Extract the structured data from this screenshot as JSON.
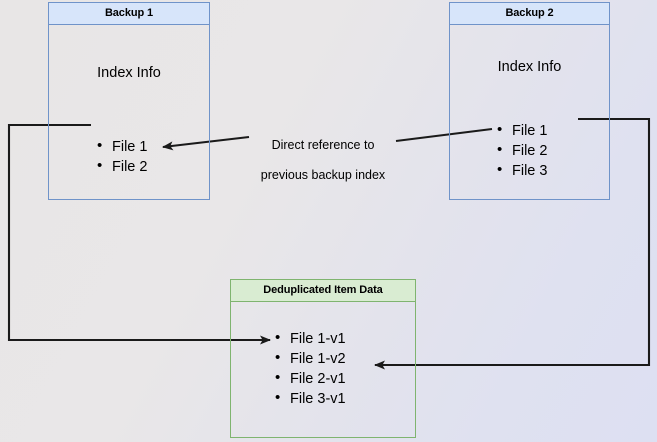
{
  "diagram": {
    "title": "Backup deduplication index reference diagram",
    "background_colors": {
      "gradient_start": "#e8e6e6",
      "gradient_end": "#dde0f2"
    },
    "palette": {
      "blue_border": "#6f93c9",
      "blue_header_fill": "#d7e5fa",
      "green_border": "#7fb46f",
      "green_header_fill": "#d9ecd2",
      "connector": "#1a1a1a"
    }
  },
  "nodes": {
    "backup1": {
      "header": "Backup 1",
      "section_label": "Index Info",
      "items": [
        "File 1",
        "File 2"
      ]
    },
    "backup2": {
      "header": "Backup 2",
      "section_label": "Index Info",
      "items": [
        "File 1",
        "File 2",
        "File 3"
      ]
    },
    "dedup": {
      "header": "Deduplicated Item Data",
      "items": [
        "File 1-v1",
        "File 1-v2",
        "File 2-v1",
        "File 3-v1"
      ]
    }
  },
  "annotations": {
    "direct_reference": {
      "line1": "Direct reference to",
      "line2": "previous backup index"
    }
  },
  "connectors": [
    {
      "name": "backup1-file1-to-dedup-file1v1",
      "from": "Backup 1 / File 1",
      "to": "Deduplicated Item Data / File 1-v1",
      "style": "orthogonal",
      "arrowhead": "end"
    },
    {
      "name": "backup2-file1-to-dedup-file1v2",
      "from": "Backup 2 / File 1",
      "to": "Deduplicated Item Data / File 1-v2",
      "style": "orthogonal",
      "arrowhead": "end"
    },
    {
      "name": "backup2-index-to-backup1-file2",
      "from": "Backup 2 / File 2",
      "to": "Backup 1 / File 2",
      "style": "straight-through-label",
      "arrowhead": "end"
    }
  ]
}
